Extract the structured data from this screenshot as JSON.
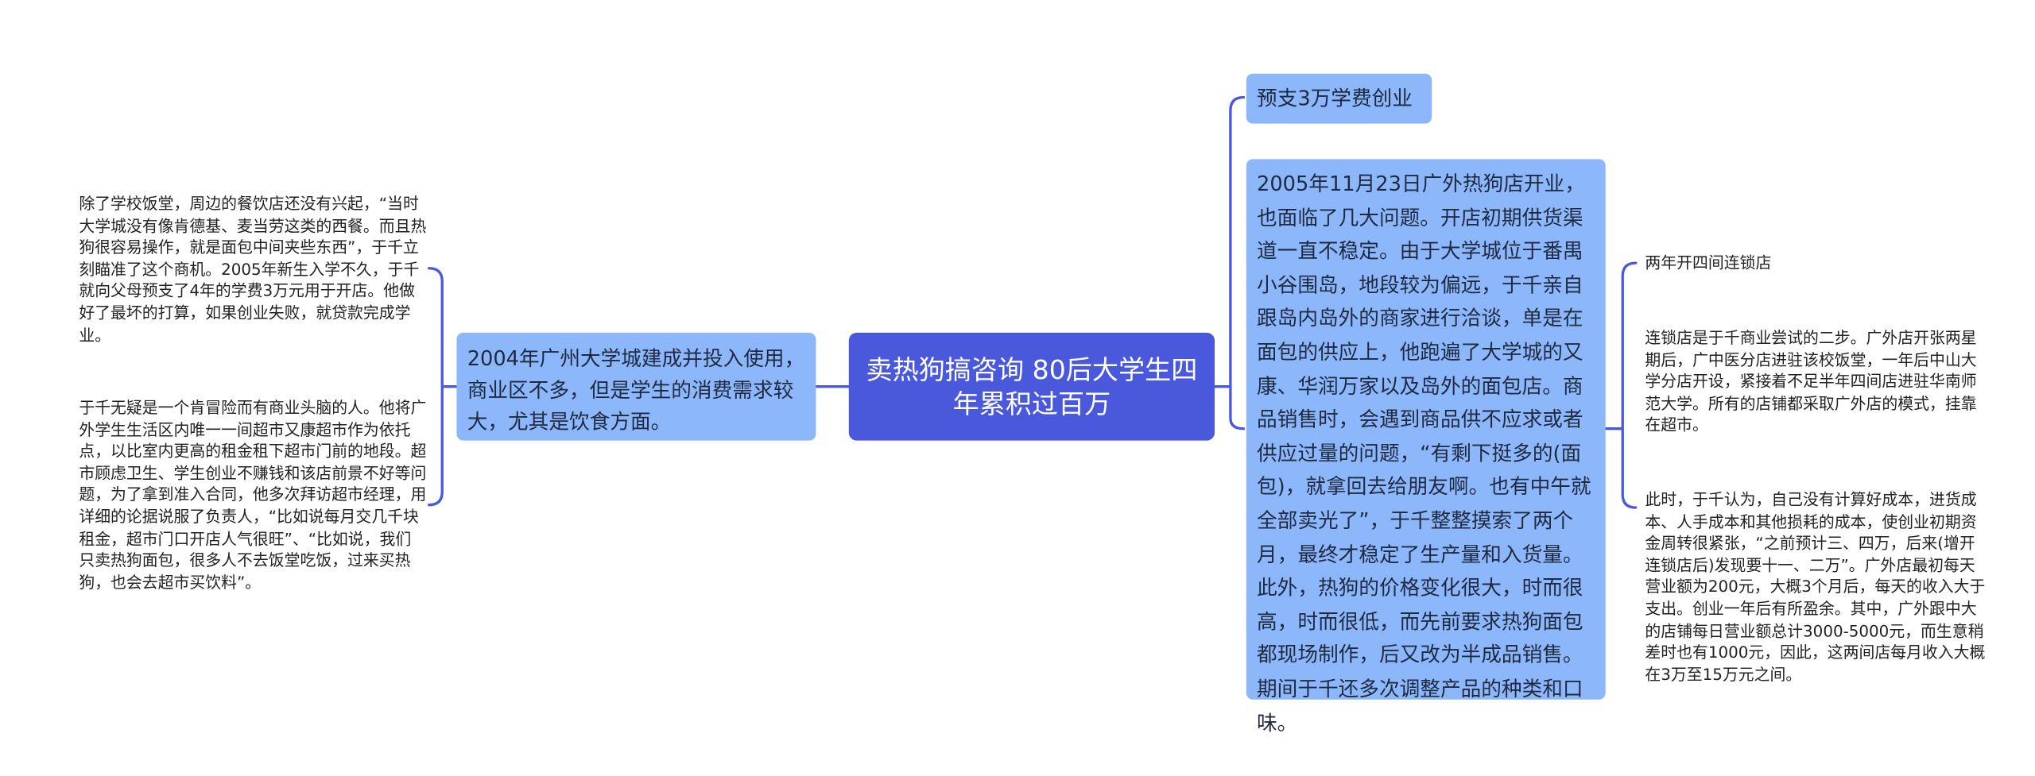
{
  "root": {
    "title": "卖热狗搞咨询 80后大学生四年累积过百万"
  },
  "left": {
    "main": "2004年广州大学城建成并投入使用，商业区不多，但是学生的消费需求较大，尤其是饮食方面。",
    "notes": [
      "除了学校饭堂，周边的餐饮店还没有兴起，“当时大学城没有像肯德基、麦当劳这类的西餐。而且热狗很容易操作，就是面包中间夹些东西”，于千立刻瞄准了这个商机。2005年新生入学不久，于千就向父母预支了4年的学费3万元用于开店。他做好了最坏的打算，如果创业失败，就贷款完成学业。",
      "于千无疑是一个肯冒险而有商业头脑的人。他将广外学生生活区内唯一一间超市又康超市作为依托点，以比室内更高的租金租下超市门前的地段。超市顾虑卫生、学生创业不赚钱和该店前景不好等问题，为了拿到准入合同，他多次拜访超市经理，用详细的论据说服了负责人，“比如说每月交几千块租金，超市门口开店人气很旺”、“比如说，我们只卖热狗面包，很多人不去饭堂吃饭，过来买热狗，也会去超市买饮料”。"
    ]
  },
  "right": {
    "tag": "预支3万学费创业",
    "main": "2005年11月23日广外热狗店开业，也面临了几大问题。开店初期供货渠道一直不稳定。由于大学城位于番禺小谷围岛，地段较为偏远，于千亲自跟岛内岛外的商家进行洽谈，单是在面包的供应上，他跑遍了大学城的又康、华润万家以及岛外的面包店。商品销售时，会遇到商品供不应求或者供应过量的问题，“有剩下挺多的(面包)，就拿回去给朋友啊。也有中午就全部卖光了”，于千整整摸索了两个月，最终才稳定了生产量和入货量。此外，热狗的价格变化很大，时而很高，时而很低，而先前要求热狗面包都现场制作，后又改为半成品销售。期间于千还多次调整产品的种类和口味。",
    "notes": [
      "两年开四间连锁店",
      "连锁店是于千商业尝试的二步。广外店开张两星期后，广中医分店进驻该校饭堂，一年后中山大学分店开设，紧接着不足半年四间店进驻华南师范大学。所有的店铺都采取广外店的模式，挂靠在超市。",
      "此时，于千认为，自己没有计算好成本，进货成本、人手成本和其他损耗的成本，使创业初期资金周转很紧张，“之前预计三、四万，后来(增开连锁店后)发现要十一、二万”。广外店最初每天营业额为200元，大概3个月后，每天的收入大于支出。创业一年后有所盈余。其中，广外跟中大的店铺每日营业额总计3000-5000元，而生意稍差时也有1000元，因此，这两间店每月收入大概在3万至15万元之间。"
    ]
  },
  "colors": {
    "root": "#4a58db",
    "node": "#8cb7fb",
    "line": "#4a58db"
  }
}
